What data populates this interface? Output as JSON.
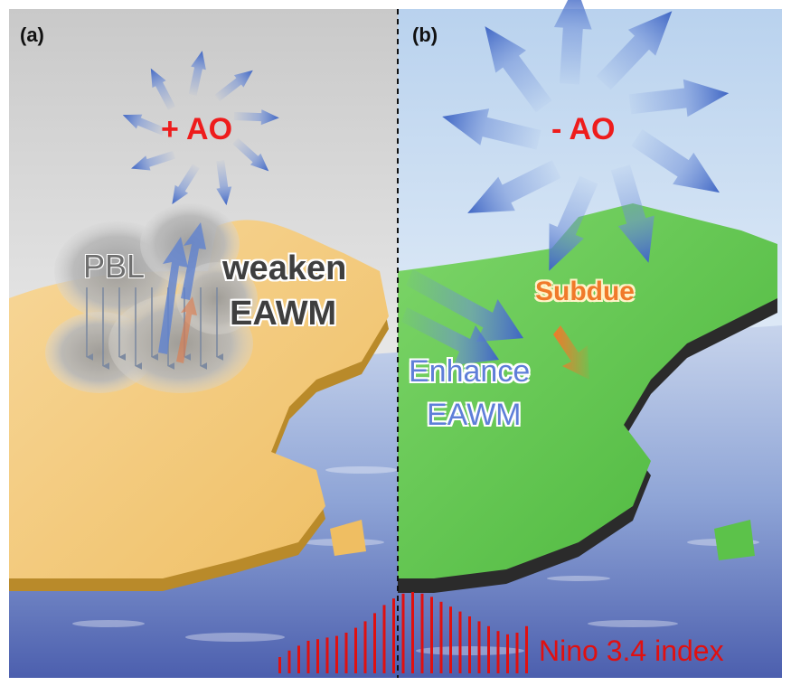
{
  "panels": {
    "a": {
      "label": "(a)",
      "ao_text": "+ AO",
      "pbl_text": "PBL",
      "eawm_line1": "weaken",
      "eawm_line2": "EAWM"
    },
    "b": {
      "label": "(b)",
      "ao_text": "- AO",
      "subdue_text": "Subdue",
      "eawm_line1": "Enhance",
      "eawm_line2": "EAWM"
    }
  },
  "nino": {
    "label": "Nino 3.4 index",
    "color": "#e01010",
    "bar_values": [
      0.2,
      0.28,
      0.34,
      0.4,
      0.42,
      0.44,
      0.46,
      0.5,
      0.56,
      0.64,
      0.74,
      0.84,
      0.92,
      0.98,
      1.0,
      0.98,
      0.94,
      0.88,
      0.82,
      0.76,
      0.7,
      0.64,
      0.58,
      0.52,
      0.48,
      0.5,
      0.58
    ]
  },
  "colors": {
    "ao_text": "#ee1c1c",
    "land_left": "#f2c46e",
    "land_right": "#5cc24a",
    "sea": "#5a76b8",
    "arrow_blue": "#4a72c8",
    "arrow_orange": "#f07a2a"
  }
}
